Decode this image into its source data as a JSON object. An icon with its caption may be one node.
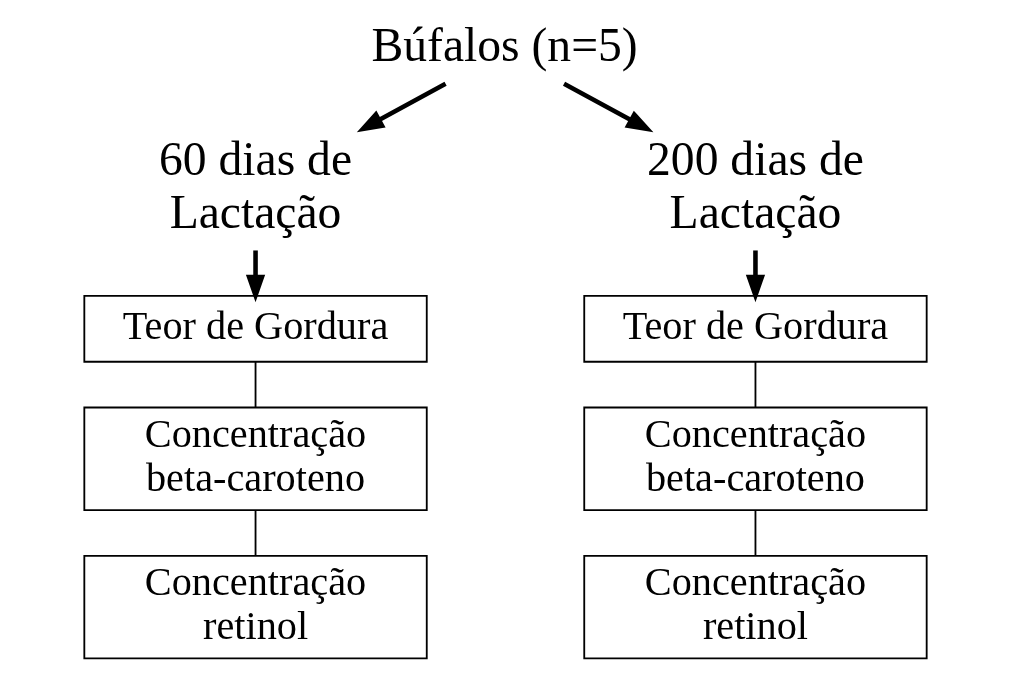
{
  "diagram": {
    "nodes": [
      {
        "text": [
          "Búfalos (n=5)"
        ]
      },
      {
        "text": [
          "60 dias de Lactação"
        ]
      },
      {
        "text": [
          "200 dias de Lactação"
        ]
      },
      {
        "text": [
          "Teor de Gordura"
        ]
      },
      {
        "text": [
          "Concentração beta-caroteno"
        ]
      },
      {
        "text": [
          "Concentração retinol"
        ]
      },
      {
        "text": [
          "Teor de Gordura"
        ]
      },
      {
        "text": [
          "Concentração beta-caroteno"
        ]
      },
      {
        "text": [
          "Concentração retinol"
        ]
      }
    ],
    "edges": [
      {
        "from": 0,
        "to": 1,
        "arrow": "to",
        "style": "thick"
      },
      {
        "from": 0,
        "to": 2,
        "arrow": "to",
        "style": "thick"
      },
      {
        "from": 1,
        "to": 3,
        "arrow": "to",
        "style": "thick"
      },
      {
        "from": 2,
        "to": 6,
        "arrow": "to",
        "style": "thick"
      },
      {
        "from": 3,
        "to": 4,
        "arrow": "none"
      },
      {
        "from": 4,
        "to": 5,
        "arrow": "none"
      },
      {
        "from": 6,
        "to": 7,
        "arrow": "none"
      },
      {
        "from": 7,
        "to": 8,
        "arrow": "none"
      }
    ]
  }
}
